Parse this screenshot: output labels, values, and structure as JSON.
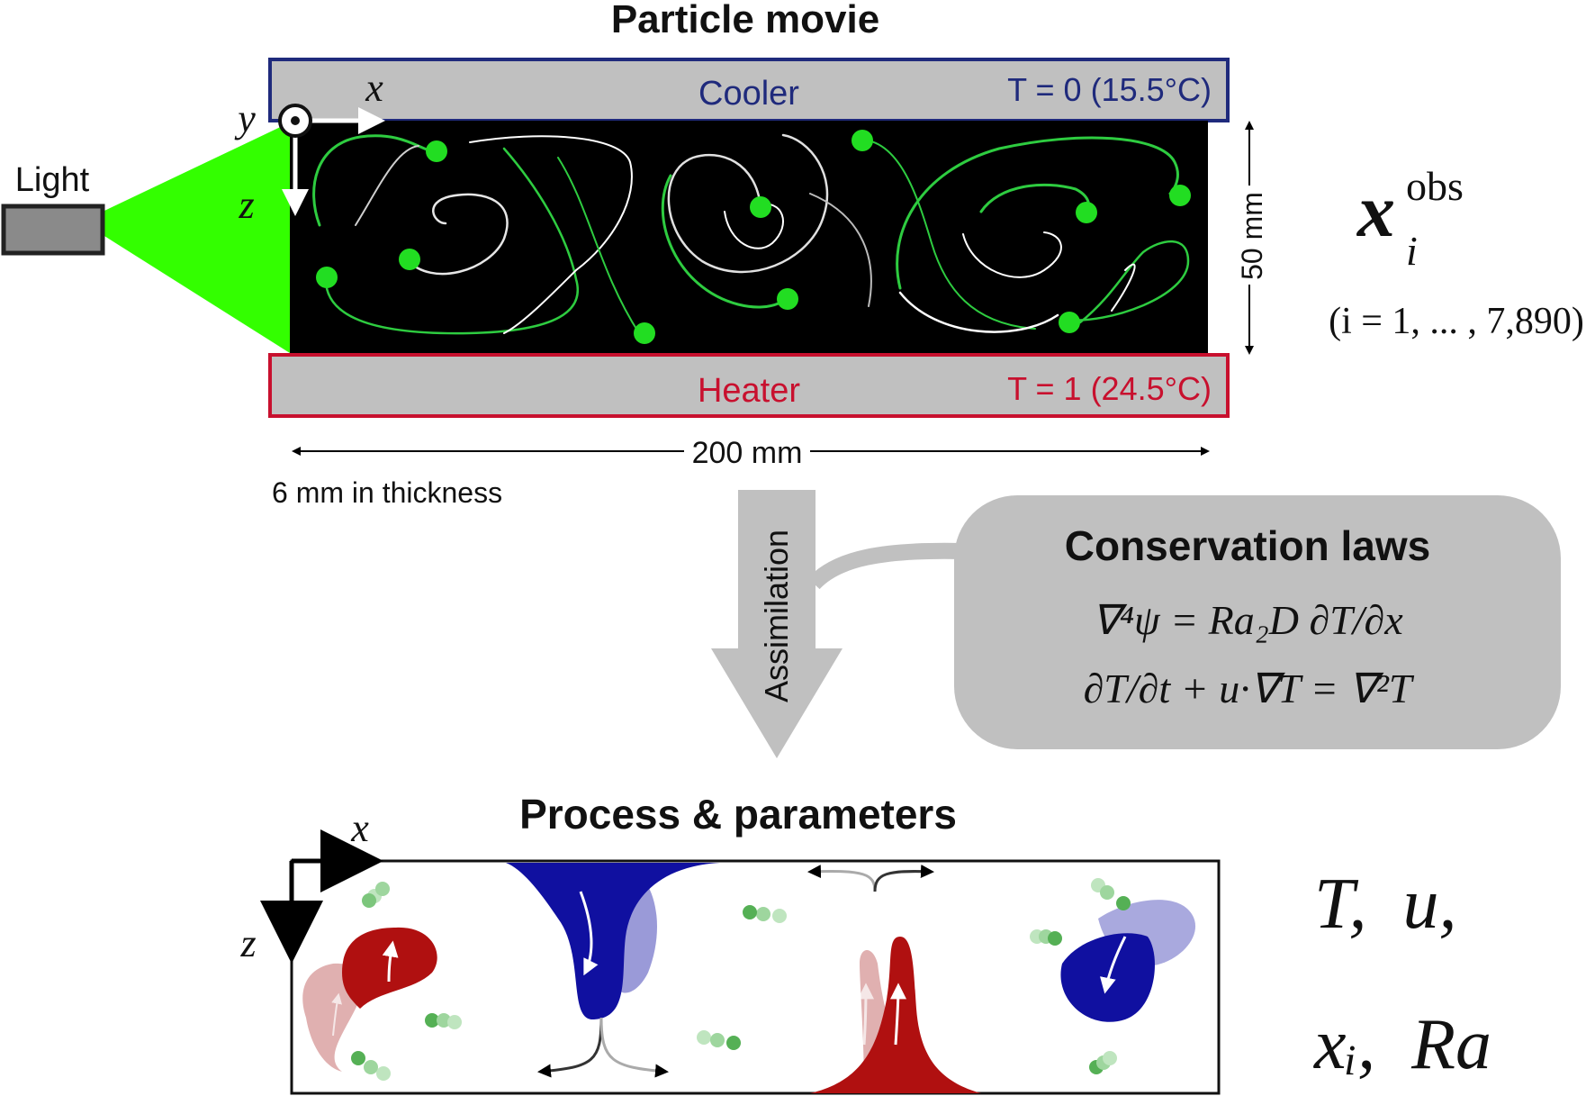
{
  "top": {
    "title": "Particle movie",
    "cooler": {
      "label": "Cooler",
      "temp": "T = 0 (15.5°C)",
      "color": "#1f2a7c"
    },
    "heater": {
      "label": "Heater",
      "temp": "T = 1 (24.5°C)",
      "color": "#c8102e"
    },
    "light_label": "Light",
    "axes": {
      "x": "x",
      "y": "y",
      "z": "z"
    },
    "height_dim": "50 mm",
    "width_dim": "200 mm",
    "thickness": "6 mm in thickness"
  },
  "observation": {
    "symbol": "x",
    "superscript": "obs",
    "subscript": "i",
    "range": "(i = 1, ... , 7,890)"
  },
  "assimilation": {
    "label": "Assimilation"
  },
  "conservation": {
    "title": "Conservation laws",
    "eq1": "∇⁴ψ = Ra₂D ∂T/∂x",
    "eq2": "∂T/∂t + u·∇T = ∇²T"
  },
  "bottom": {
    "title": "Process & parameters",
    "axes": {
      "x": "x",
      "z": "z"
    },
    "cold_color": "#1010a0",
    "hot_color": "#b01010"
  },
  "outputs": {
    "line1": "T,  u,",
    "line2": "xᵢ,  Ra"
  },
  "colors": {
    "particle_green": "#22dd22",
    "light_green": "#33ff00",
    "gray": "#c0c0c0"
  }
}
